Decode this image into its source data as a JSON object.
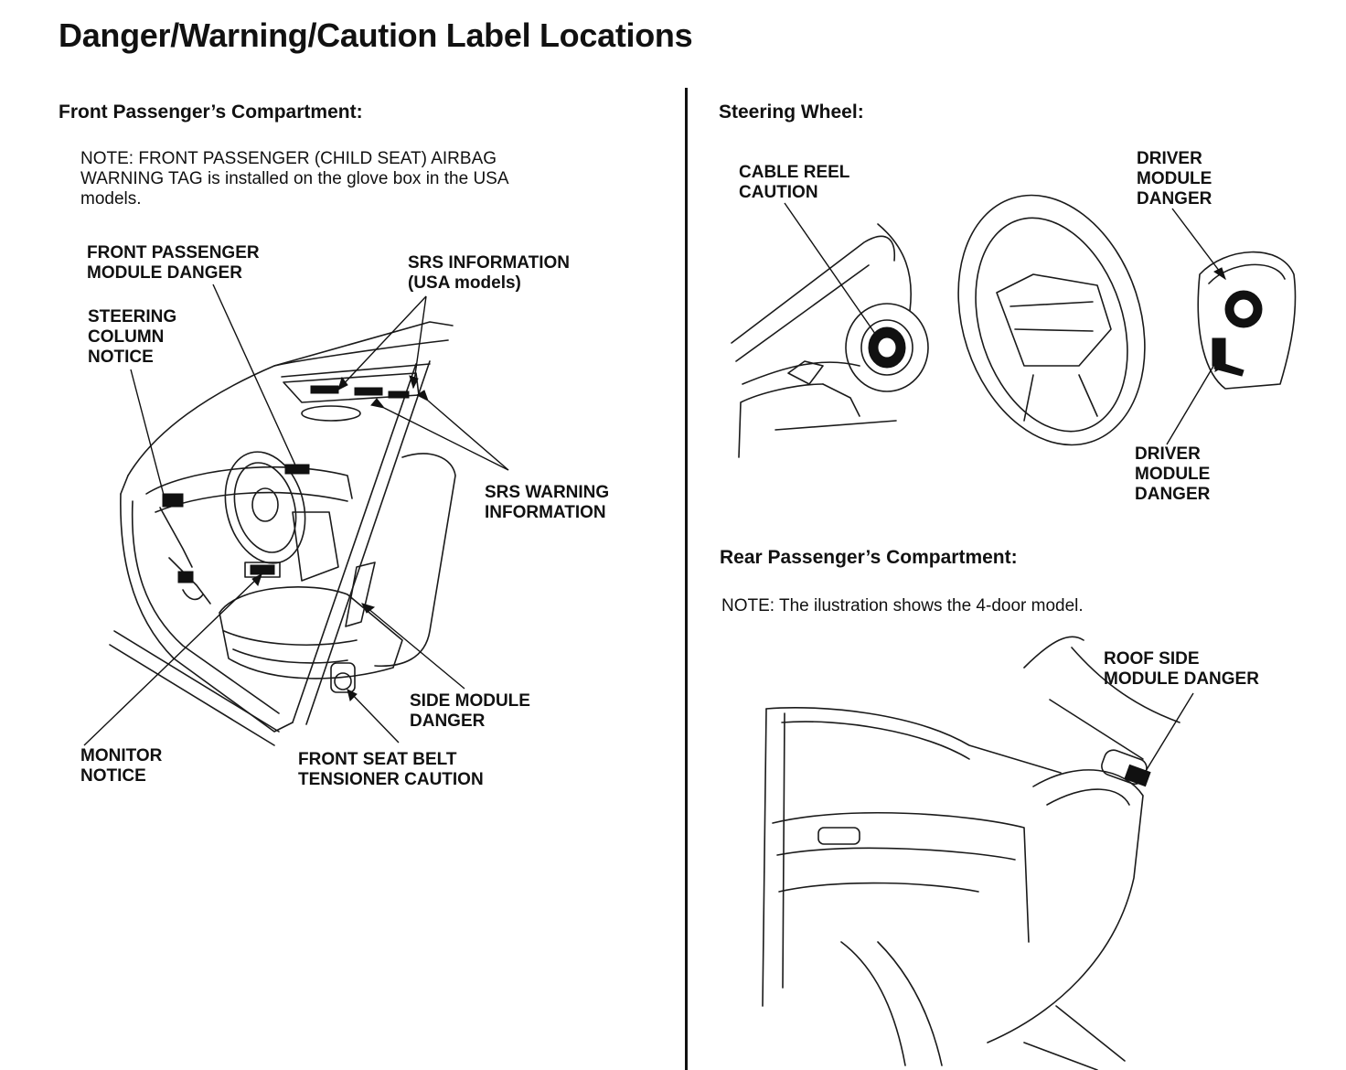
{
  "title": "Danger/Warning/Caution Label Locations",
  "front_compartment": {
    "heading": "Front Passenger’s Compartment:",
    "note": "NOTE: FRONT PASSENGER (CHILD SEAT) AIRBAG\nWARNING TAG is installed on the glove box in the USA\nmodels.",
    "callouts": {
      "front_passenger_module_danger": "FRONT PASSENGER\nMODULE DANGER",
      "srs_information": "SRS INFORMATION\n(USA models)",
      "steering_column_notice": "STEERING\nCOLUMN\nNOTICE",
      "srs_warning_information": "SRS WARNING\nINFORMATION",
      "side_module_danger": "SIDE MODULE\nDANGER",
      "monitor_notice": "MONITOR\nNOTICE",
      "front_seat_belt_tensioner_caution": "FRONT SEAT BELT\nTENSIONER CAUTION"
    }
  },
  "steering_wheel": {
    "heading": "Steering Wheel:",
    "callouts": {
      "cable_reel_caution": "CABLE REEL\nCAUTION",
      "driver_module_danger_top": "DRIVER\nMODULE\nDANGER",
      "driver_module_danger_bottom": "DRIVER\nMODULE\nDANGER"
    }
  },
  "rear_compartment": {
    "heading": "Rear Passenger’s Compartment:",
    "note": "NOTE: The ilustration shows the 4-door model.",
    "callouts": {
      "roof_side_module_danger": "ROOF SIDE\nMODULE DANGER"
    }
  }
}
